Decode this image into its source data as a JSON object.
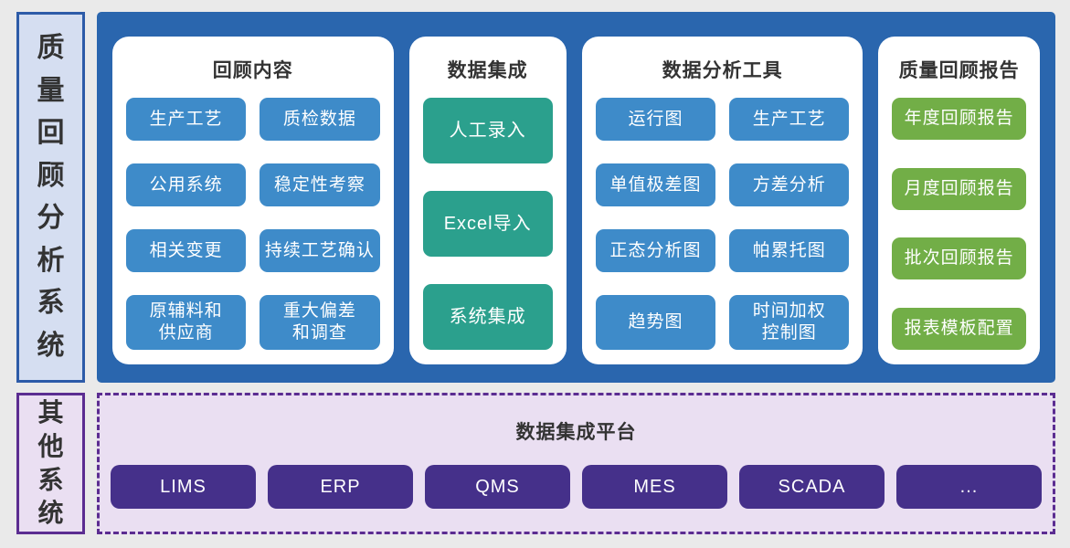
{
  "colors": {
    "main_container": "#2A66AE",
    "blue_node": "#3E8BC9",
    "teal_node": "#2BA08D",
    "green_node": "#72AE47",
    "purple_node": "#45308A",
    "sidebar_blue_bg": "#D5DEF1",
    "sidebar_blue_border": "#2D5BA8",
    "platform_bg": "#EADFF2",
    "platform_border": "#5B2D91"
  },
  "left_sidebar": {
    "label": "质量回顾分析系统"
  },
  "main": {
    "panels": [
      {
        "title": "回顾内容",
        "items": [
          "生产工艺",
          "质检数据",
          "公用系统",
          "稳定性考察",
          "相关变更",
          "持续工艺确认",
          "原辅料和\n供应商",
          "重大偏差\n和调查"
        ]
      },
      {
        "title": "数据集成",
        "items": [
          "人工录入",
          "Excel导入",
          "系统集成"
        ]
      },
      {
        "title": "数据分析工具",
        "items": [
          "运行图",
          "生产工艺",
          "单值极差图",
          "方差分析",
          "正态分析图",
          "帕累托图",
          "趋势图",
          "时间加权\n控制图"
        ]
      },
      {
        "title": "质量回顾报告",
        "items": [
          "年度回顾报告",
          "月度回顾报告",
          "批次回顾报告",
          "报表模板配置"
        ]
      }
    ]
  },
  "bottom": {
    "sidebar_label": "其他系统",
    "platform_title": "数据集成平台",
    "systems": [
      "LIMS",
      "ERP",
      "QMS",
      "MES",
      "SCADA",
      "..."
    ]
  }
}
